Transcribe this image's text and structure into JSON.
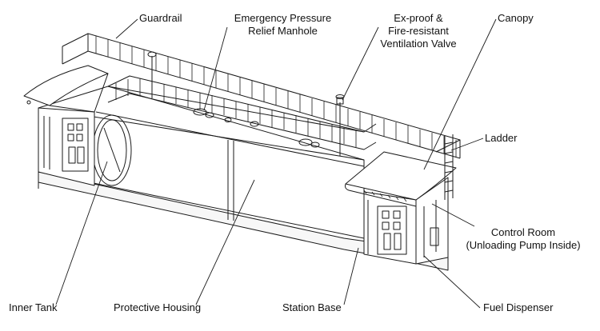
{
  "labels": {
    "guardrail": "Guardrail",
    "relief_1": "Emergency Pressure",
    "relief_2": "Relief Manhole",
    "valve_1": "Ex-proof &",
    "valve_2": "Fire-resistant",
    "valve_3": "Ventilation Valve",
    "canopy": "Canopy",
    "ladder": "Ladder",
    "control_1": "Control Room",
    "control_2": "(Unloading Pump Inside)",
    "inner_tank": "Inner Tank",
    "housing": "Protective Housing",
    "base": "Station Base",
    "dispenser": "Fuel Dispenser"
  },
  "colors": {
    "line": "#1a1a1a",
    "background": "#ffffff"
  }
}
